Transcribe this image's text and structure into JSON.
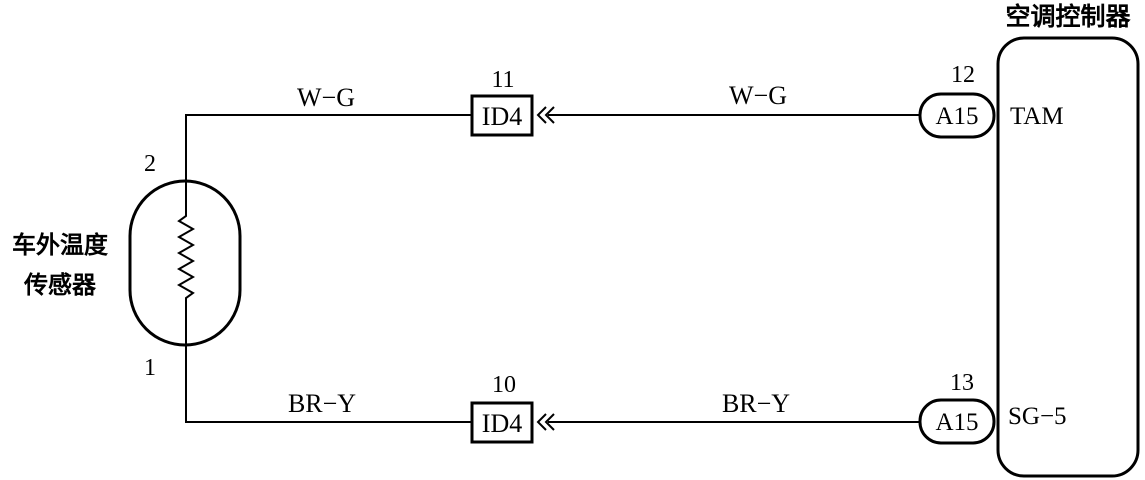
{
  "controller": {
    "title": "空调控制器",
    "pin_top": "TAM",
    "pin_bottom": "SG−5"
  },
  "sensor": {
    "name_line1": "车外温度",
    "name_line2": "传感器",
    "pin_top": "2",
    "pin_bottom": "1"
  },
  "wires": {
    "top_left": "W−G",
    "top_right": "W−G",
    "bottom_left": "BR−Y",
    "bottom_right": "BR−Y"
  },
  "connectors": {
    "id4_top": {
      "label": "ID4",
      "pin": "11"
    },
    "id4_bottom": {
      "label": "ID4",
      "pin": "10"
    },
    "a15_top": {
      "label": "A15",
      "pin": "12"
    },
    "a15_bottom": {
      "label": "A15",
      "pin": "13"
    }
  }
}
